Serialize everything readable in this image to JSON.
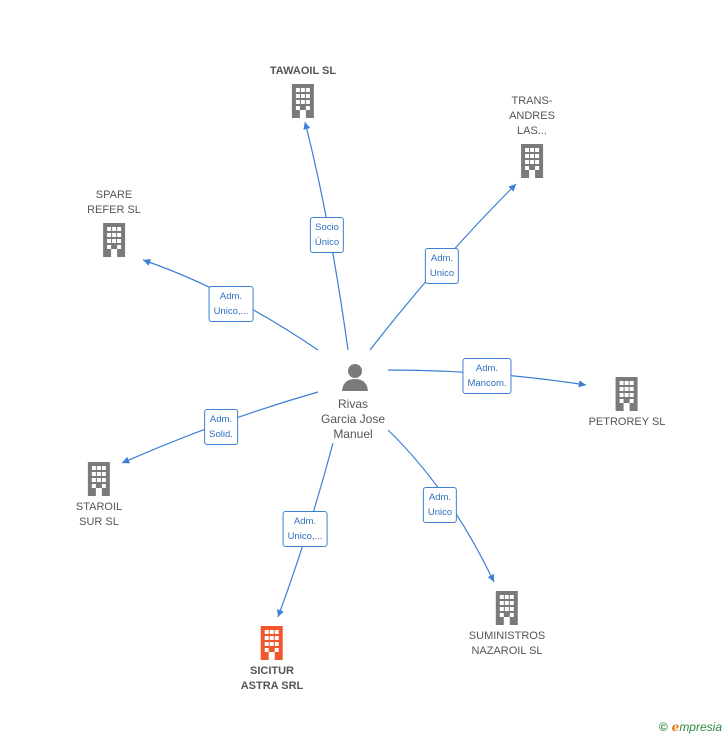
{
  "center": {
    "name": "Rivas\nGarcia Jose\nManuel",
    "icon": "person-icon"
  },
  "companies": {
    "tawaoil": {
      "label": "TAWAOIL SL",
      "icon": "building-icon"
    },
    "transandres": {
      "label": "TRANS-\nANDRES\nLAS...",
      "icon": "building-icon"
    },
    "spare": {
      "label": "SPARE\nREFER  SL",
      "icon": "building-icon"
    },
    "petrorey": {
      "label": "PETROREY  SL",
      "icon": "building-icon"
    },
    "staroil": {
      "label": "STAROIL\nSUR  SL",
      "icon": "building-icon"
    },
    "suministros": {
      "label": "SUMINISTROS\nNAZAROIL SL",
      "icon": "building-icon"
    },
    "sicitur": {
      "label": "SICITUR\nASTRA SRL",
      "icon": "building-icon",
      "highlight": true
    }
  },
  "relations": {
    "tawaoil": "Socio\nÚnico",
    "transandres": "Adm.\nUnico",
    "spare": "Adm.\nUnico,...",
    "petrorey": "Adm.\nMancom.",
    "staroil": "Adm.\nSolid.",
    "suministros": "Adm.\nUnico",
    "sicitur": "Adm.\nUnico,..."
  },
  "colors": {
    "building": "#7a7a7a",
    "highlight": "#f0582c",
    "edge": "#3d7fd4",
    "person": "#7a7a7a"
  },
  "footer": {
    "copyright": "©",
    "brand_first": "e",
    "brand_rest": "mpresia"
  }
}
